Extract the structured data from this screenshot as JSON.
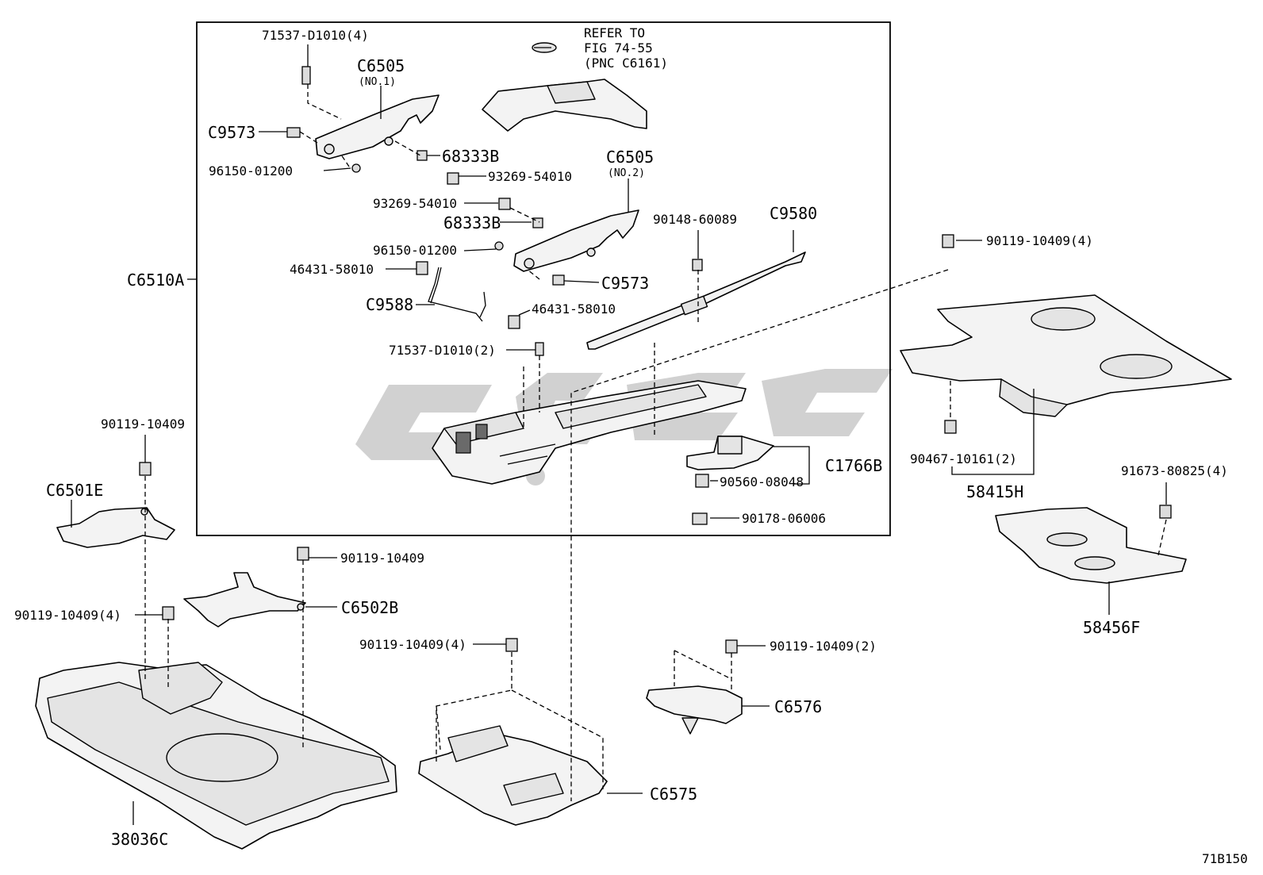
{
  "diagram_id": "71B150",
  "callouts": {
    "c6510a": "C6510A",
    "c6505_1": "C6505",
    "c6505_1_sub": "(NO.1)",
    "c6505_2": "C6505",
    "c6505_2_sub": "(NO.2)",
    "n71537_4": "71537-D1010(4)",
    "n71537_2": "71537-D1010(2)",
    "refer1": "REFER TO",
    "refer2": "FIG 74-55",
    "refer3": "(PNC C6161)",
    "c9573_a": "C9573",
    "c9573_b": "C9573",
    "n96150_a": "96150-01200",
    "n96150_b": "96150-01200",
    "n68333b_a": "68333B",
    "n68333b_b": "68333B",
    "n93269_a": "93269-54010",
    "n93269_b": "93269-54010",
    "n46431_a": "46431-58010",
    "n46431_b": "46431-58010",
    "c9588": "C9588",
    "n90148": "90148-60089",
    "c9580": "C9580",
    "c1766b": "C1766B",
    "n90560": "90560-08048",
    "n90178": "90178-06006",
    "n90119_4_tr": "90119-10409(4)",
    "n90467": "90467-10161(2)",
    "n58415h": "58415H",
    "n91673": "91673-80825(4)",
    "n58456f": "58456F",
    "n90119_left": "90119-10409",
    "c6501e": "C6501E",
    "n90119_4_left": "90119-10409(4)",
    "n90119_mid": "90119-10409",
    "c6502b": "C6502B",
    "n90119_4_bottom": "90119-10409(4)",
    "c6575": "C6575",
    "n90119_2": "90119-10409(2)",
    "c6576": "C6576",
    "n38036c": "38036C"
  }
}
